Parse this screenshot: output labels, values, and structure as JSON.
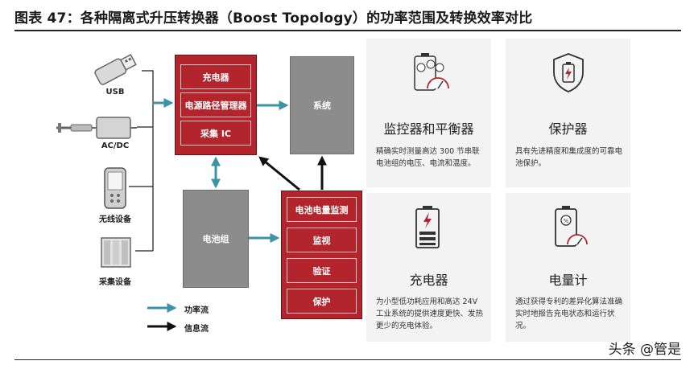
{
  "title": "图表 47：各种隔离式升压转换器（Boost Topology）的功率范围及转换效率对比",
  "sources": [
    {
      "label": "USB",
      "icon": "usb-icon"
    },
    {
      "label": "AC/DC",
      "icon": "ac-adapter-icon"
    },
    {
      "label": "无线设备",
      "icon": "mobile-device-icon"
    },
    {
      "label": "采集设备",
      "icon": "energy-harvest-icon"
    }
  ],
  "charger_box": {
    "items": [
      "充电器",
      "电源路径管理器",
      "采集 IC"
    ]
  },
  "system_box": {
    "label": "系统"
  },
  "battery_box": {
    "label": "电池组"
  },
  "monitor_box": {
    "items": [
      "电池电量监测",
      "监视",
      "验证",
      "保护"
    ]
  },
  "legend": {
    "power_flow": "功率流",
    "info_flow": "信息流"
  },
  "cards": [
    {
      "title": "监控器和平衡器",
      "desc": "精确实时测量高达 300 节串联电池组的电压、电流和温度。",
      "icon": "meter-gauge-icon"
    },
    {
      "title": "保护器",
      "desc": "具有先进精度和集成度的可靠电池保护。",
      "icon": "shield-battery-icon"
    },
    {
      "title": "充电器",
      "desc": "为小型低功耗应用和高达 24V 工业系统的提供速度更快、发热更少的充电体验。",
      "icon": "charging-battery-icon"
    },
    {
      "title": "电量计",
      "desc": "通过获得专利的差异化算法准确实时地报告充电状态和运行状况。",
      "icon": "fuel-gauge-icon"
    }
  ],
  "colors": {
    "power_flow": "#3a93a6",
    "info_flow": "#111111",
    "red_block": "#b3252c",
    "gray_block": "#8c8c8c",
    "card_bg": "#f3f3f3"
  },
  "watermark": "头条 @管是"
}
